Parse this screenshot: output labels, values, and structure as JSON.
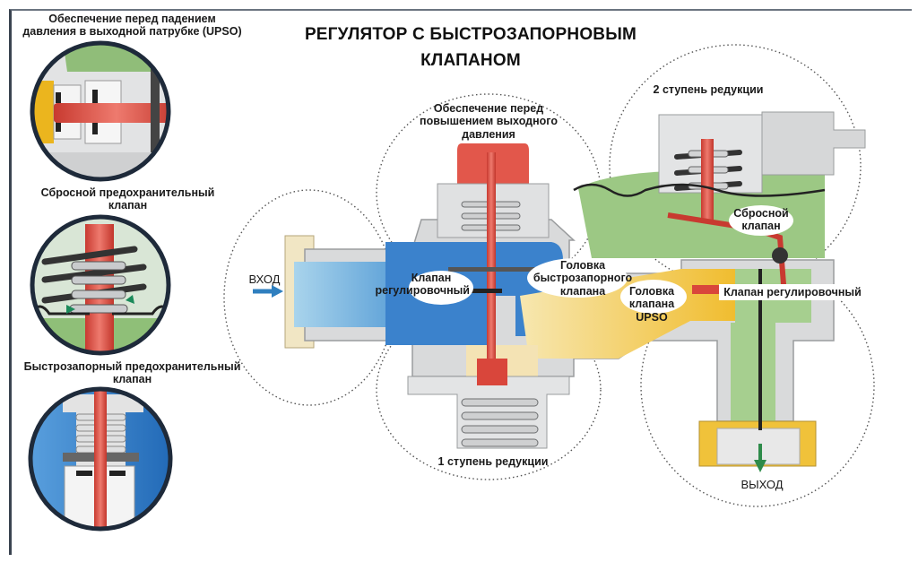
{
  "title": {
    "line1": "РЕГУЛЯТОР С  БЫСТРОЗАПОРНОВЫМ",
    "line2": "КЛАПАНОМ"
  },
  "insets": [
    {
      "id": "upso",
      "label_line1": "Обеспечение перед падением",
      "label_line2": "давления в выходной патрубке (UPSO)",
      "accent": "#e8b21e"
    },
    {
      "id": "relief",
      "label_line1": "Сбросной предохранительный",
      "label_line2": "клапан",
      "accent": "#8dbb74"
    },
    {
      "id": "shutoff",
      "label_line1": "Быстрозапорный предохранительный",
      "label_line2": "клапан",
      "accent": "#2f7cc6"
    }
  ],
  "callouts": {
    "overpressure": {
      "line1": "Обеспечение перед",
      "line2": "повышением выходного",
      "line3": "давления"
    },
    "stage2": "2 ступень редукции",
    "stage1": "1 ступень редукции",
    "inlet": "ВХОД",
    "outlet": "ВЫХОД",
    "reg_valve_1": {
      "line1": "Клапан",
      "line2": "регулировочный"
    },
    "shutoff_head": {
      "line1": "Головка",
      "line2": "быстрозапорного",
      "line3": "клапана"
    },
    "upso_head": {
      "line1": "Головка",
      "line2": "клапана UPSO"
    },
    "reg_valve_2": "Клапан регулировочный",
    "relief_valve": {
      "line1": "Сбросной",
      "line2": "клапан"
    }
  },
  "colors": {
    "body_grey": "#d9dadb",
    "body_outline": "#9a9c9e",
    "inlet_gas": "#9fcbe6",
    "stage1_gas": "#2f7cc6",
    "mid_gas": "#f0c23a",
    "outlet_gas": "#9cc884",
    "stem_red": "#d9463b",
    "inlet_arrow": "#2f7fbf",
    "outlet_arrow": "#2e8b4a",
    "dotted": "#555555"
  }
}
